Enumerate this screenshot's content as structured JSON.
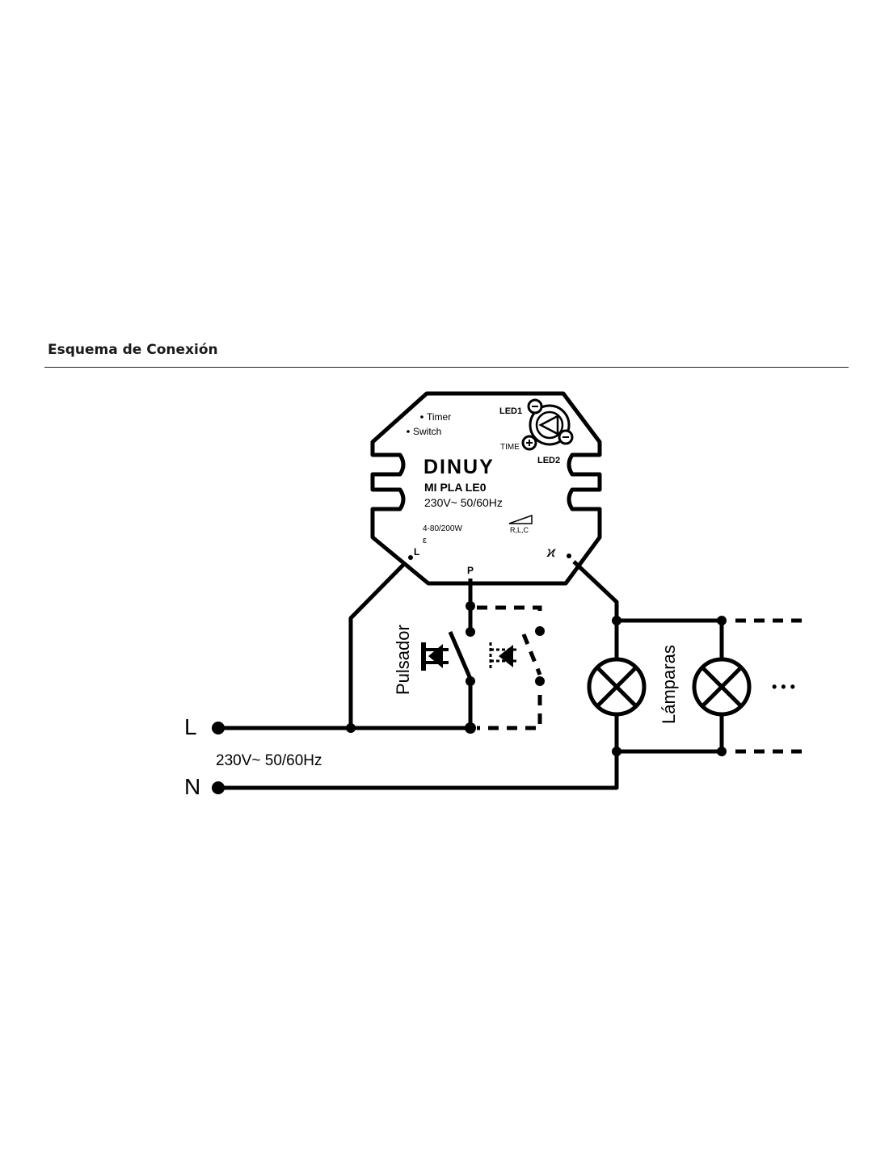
{
  "header": {
    "title": "Esquema de Conexión"
  },
  "device": {
    "brand": "DINUY",
    "model": "MI PLA LE0",
    "rating": "230V~ 50/60Hz",
    "power": "4-80/200W",
    "load_types": "R,L,C",
    "mode_timer": "Timer",
    "mode_switch": "Switch",
    "led1": "LED1",
    "led2": "LED2",
    "time": "TIME",
    "terminal_l": "L",
    "terminal_p": "P",
    "epsilon": "ε"
  },
  "circuit": {
    "line_label": "L",
    "neutral_label": "N",
    "supply": "230V~ 50/60Hz",
    "pushbutton_label": "Pulsador",
    "lamps_label": "Lámparas",
    "ellipsis": "• • •"
  }
}
